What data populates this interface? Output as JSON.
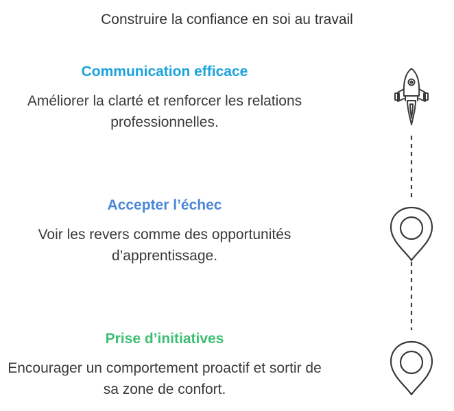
{
  "title": "Construire la confiance en soi au travail",
  "colors": {
    "step1": "#1aa3dc",
    "step2": "#4a86d8",
    "step3": "#3dbf73",
    "icon_stroke": "#3a3a3a"
  },
  "steps": [
    {
      "heading": "Communication efficace",
      "description": "Améliorer la clarté et renforcer les relations professionnelles.",
      "icon": "rocket-icon"
    },
    {
      "heading": "Accepter l’échec",
      "description": "Voir les revers comme des opportunités d’apprentissage.",
      "icon": "map-pin-icon"
    },
    {
      "heading": "Prise d’initiatives",
      "description": "Encourager un comportement proactif et sortir de sa zone de confort.",
      "icon": "map-pin-icon"
    }
  ]
}
